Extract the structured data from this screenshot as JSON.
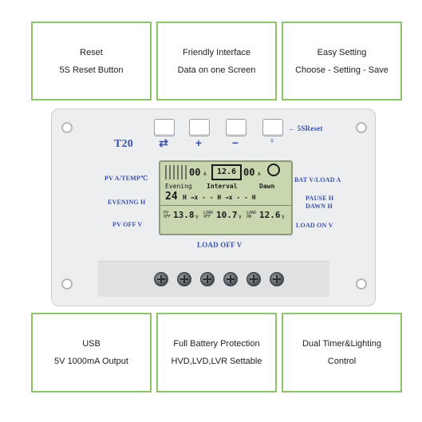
{
  "features": {
    "reset": {
      "line1": "Reset",
      "line2": "5S  Reset  Button"
    },
    "interface": {
      "line1": "Friendly  Interface",
      "line2": "Data  on  one  Screen"
    },
    "setting": {
      "line1": "Easy  Setting",
      "line2": "Choose  -  Setting  -  Save"
    },
    "usb": {
      "line1": "USB",
      "line2": "5V  1000mA  Output"
    },
    "protection": {
      "line1": "Full  Battery  Protection",
      "line2": "HVD,LVD,LVR  Settable"
    },
    "timer": {
      "line1": "Dual  Timer&Lighting",
      "line2": "Control"
    }
  },
  "device": {
    "model": "T20",
    "reset_hint": "← 5SReset",
    "left_labels": [
      "PV A/TEMP℃",
      "EVENING H",
      "PV OFF V"
    ],
    "right_labels": [
      "BAT V/LOAD A",
      "PAUSE H",
      "DAWN H",
      "LOAD ON V"
    ],
    "bottom_label": "LOAD OFF V",
    "keys": [
      "⇄",
      "+",
      "−",
      "♀"
    ],
    "lcd": {
      "pv_current": "00",
      "pv_unit": "A",
      "battery": "12.6",
      "load_current": "00",
      "load_unit": "A",
      "evening_label": "Evening",
      "interval_label": "Interval",
      "dawn_label": "Dawn",
      "evening_value": "24",
      "interval_value": "H →x - - H  →x - - H",
      "pv_off_label": "PV OFF",
      "pv_off_value": "13.8",
      "load_off_label": "LOAD OFF",
      "load_off_value": "10.7",
      "load_on_label": "LOAD ON",
      "load_on_value": "12.6",
      "volt_unit": "V"
    }
  }
}
